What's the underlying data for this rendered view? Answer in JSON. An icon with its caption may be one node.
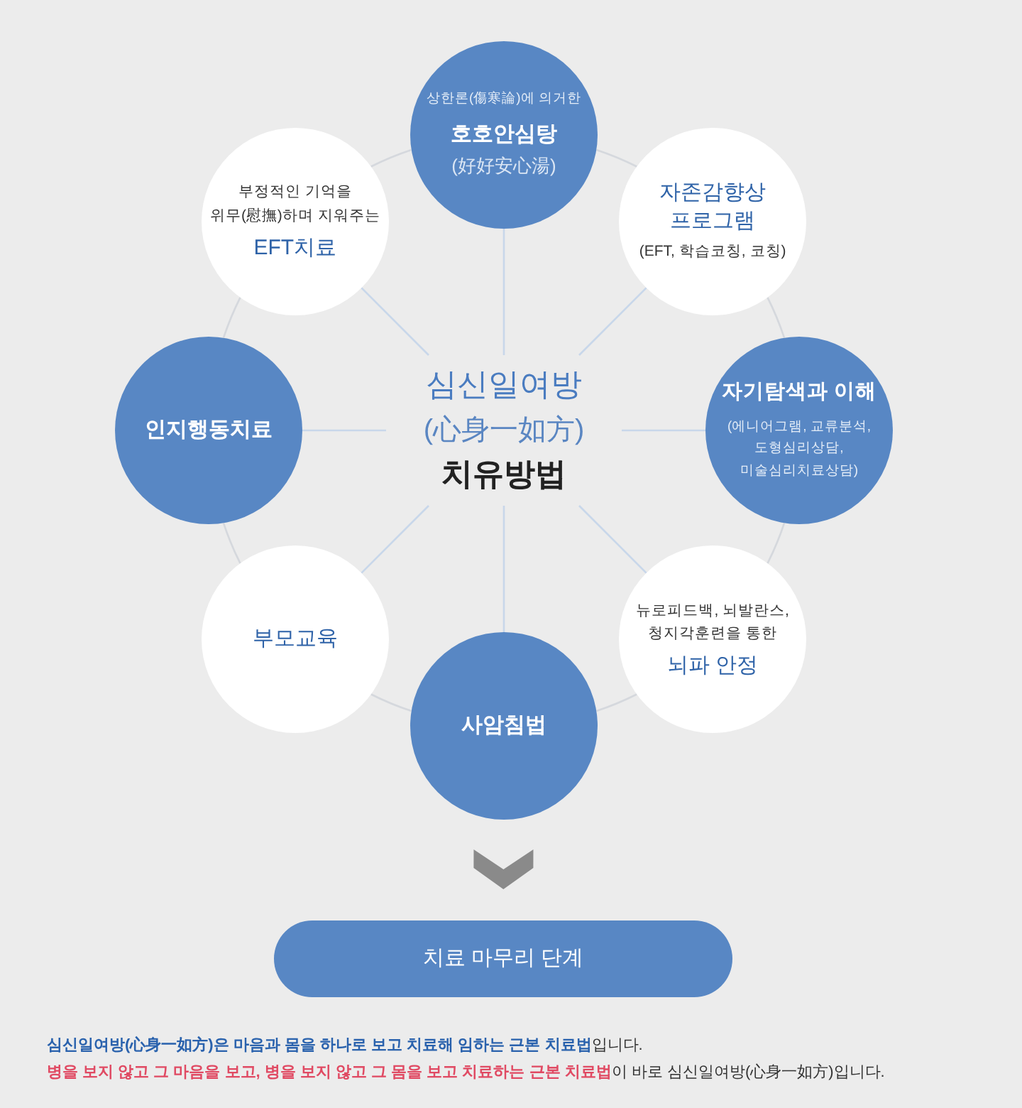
{
  "diagram": {
    "nodes": [
      {
        "text": [
          "상한론(傷寒論)에 의거한",
          "호호안심탕",
          "(好好安心湯)"
        ]
      },
      {
        "text": [
          "부정적인 기억을 위무(慰撫)하며 지워주는",
          "EFT치료"
        ]
      },
      {
        "text": [
          "자존감향상 프로그램",
          "(EFT, 학습코칭, 코칭)"
        ]
      },
      {
        "text": [
          "인지행동치료"
        ]
      },
      {
        "text": [
          "심신일여방",
          "(心身一如方)",
          "치유방법"
        ]
      },
      {
        "text": [
          "자기탐색과 이해",
          "(에니어그램, 교류분석, 도형심리상담, 미술심리치료상담)"
        ]
      },
      {
        "text": [
          "부모교육"
        ]
      },
      {
        "text": [
          "뉴로피드백, 뇌발란스, 청지각훈련을 통한",
          "뇌파 안정"
        ]
      },
      {
        "text": [
          "사암침법"
        ]
      },
      {
        "text": [
          "치료 마무리 단계"
        ]
      }
    ],
    "edges": [
      {
        "from": 4,
        "to": 0,
        "arrow": "none"
      },
      {
        "from": 4,
        "to": 2,
        "arrow": "none"
      },
      {
        "from": 4,
        "to": 5,
        "arrow": "none"
      },
      {
        "from": 4,
        "to": 7,
        "arrow": "none"
      },
      {
        "from": 4,
        "to": 8,
        "arrow": "none"
      },
      {
        "from": 4,
        "to": 6,
        "arrow": "none"
      },
      {
        "from": 4,
        "to": 3,
        "arrow": "none"
      },
      {
        "from": 4,
        "to": 1,
        "arrow": "none"
      },
      {
        "from": 0,
        "to": 2,
        "arrow": "none",
        "color": "#d5d8dd"
      },
      {
        "from": 2,
        "to": 5,
        "arrow": "none",
        "color": "#d5d8dd"
      },
      {
        "from": 5,
        "to": 7,
        "arrow": "none",
        "color": "#d5d8dd"
      },
      {
        "from": 7,
        "to": 8,
        "arrow": "none",
        "color": "#d5d8dd"
      },
      {
        "from": 8,
        "to": 6,
        "arrow": "none",
        "color": "#d5d8dd"
      },
      {
        "from": 6,
        "to": 3,
        "arrow": "none",
        "color": "#d5d8dd"
      },
      {
        "from": 3,
        "to": 1,
        "arrow": "none",
        "color": "#d5d8dd"
      },
      {
        "from": 1,
        "to": 0,
        "arrow": "none",
        "color": "#d5d8dd"
      },
      {
        "from": 8,
        "to": 9,
        "arrow": "to"
      }
    ],
    "labels": [
      "**심신일여방(心身一如方)은 마음과 몸을 하나로 보고 치료해 임하는 근본 치료법**입니다.",
      "**병을 보지 않고 그 마음을 보고, 병을 보지 않고 그 몸을 보고 치료하는 근본 치료법**이 바로 심신일여방(心身一如方)입니다."
    ]
  }
}
